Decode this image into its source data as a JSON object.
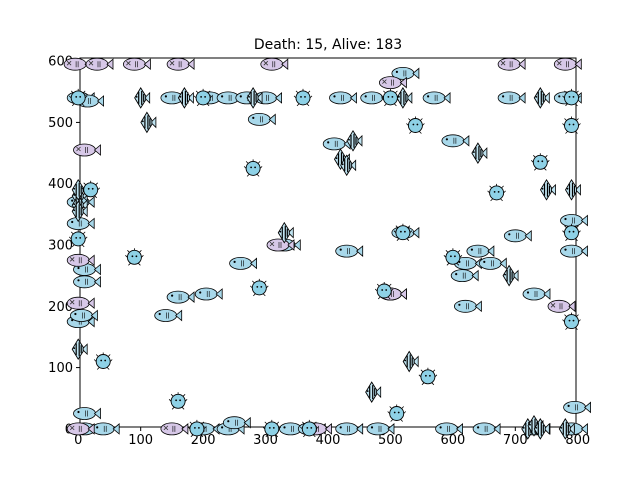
{
  "chart_data": {
    "type": "scatter",
    "title": "Death: 15, Alive: 183",
    "xlabel": "",
    "ylabel": "",
    "xlim": [
      -10,
      810
    ],
    "ylim": [
      -10,
      610
    ],
    "xticks": [
      0,
      100,
      200,
      300,
      400,
      500,
      600,
      700,
      800
    ],
    "yticks": [
      0,
      100,
      200,
      300,
      400,
      500,
      600
    ],
    "grid": false,
    "legend": "none",
    "colors": {
      "fish_body": "#a8d8ea",
      "dead_fish_body": "#d7c8e8",
      "angelfish_body": "#bfe3f0",
      "pufferfish_body": "#8ed1e6",
      "outline": "#000000",
      "axes": "#000000"
    },
    "series": [
      {
        "kind": "fish",
        "points": [
          [
            0,
            540
          ],
          [
            15,
            535
          ],
          [
            150,
            540
          ],
          [
            210,
            540
          ],
          [
            240,
            540
          ],
          [
            270,
            540
          ],
          [
            300,
            540
          ],
          [
            420,
            540
          ],
          [
            570,
            540
          ],
          [
            690,
            540
          ],
          [
            780,
            540
          ],
          [
            290,
            505
          ],
          [
            410,
            465
          ],
          [
            600,
            470
          ],
          [
            620,
            270
          ],
          [
            640,
            290
          ],
          [
            615,
            250
          ],
          [
            660,
            270
          ],
          [
            700,
            315
          ],
          [
            730,
            220
          ],
          [
            620,
            200
          ],
          [
            330,
            300
          ],
          [
            430,
            290
          ],
          [
            260,
            270
          ],
          [
            205,
            220
          ],
          [
            160,
            215
          ],
          [
            140,
            185
          ],
          [
            500,
            220
          ],
          [
            520,
            320
          ],
          [
            10,
            260
          ],
          [
            10,
            240
          ],
          [
            0,
            175
          ],
          [
            5,
            185
          ],
          [
            0,
            335
          ],
          [
            0,
            370
          ],
          [
            10,
            25
          ],
          [
            10,
            0
          ],
          [
            40,
            0
          ],
          [
            200,
            0
          ],
          [
            240,
            0
          ],
          [
            250,
            10
          ],
          [
            340,
            0
          ],
          [
            370,
            0
          ],
          [
            430,
            0
          ],
          [
            480,
            0
          ],
          [
            590,
            0
          ],
          [
            650,
            0
          ],
          [
            730,
            0
          ],
          [
            790,
            0
          ],
          [
            795,
            35
          ],
          [
            790,
            290
          ],
          [
            790,
            340
          ],
          [
            520,
            580
          ],
          [
            470,
            540
          ]
        ]
      },
      {
        "kind": "dead-fish",
        "points": [
          [
            -5,
            595
          ],
          [
            30,
            595
          ],
          [
            90,
            595
          ],
          [
            160,
            595
          ],
          [
            310,
            595
          ],
          [
            690,
            595
          ],
          [
            780,
            595
          ],
          [
            500,
            565
          ],
          [
            10,
            455
          ],
          [
            0,
            275
          ],
          [
            0,
            205
          ],
          [
            770,
            200
          ],
          [
            320,
            300
          ],
          [
            500,
            220
          ],
          [
            0,
            0
          ],
          [
            150,
            0
          ],
          [
            380,
            0
          ]
        ]
      },
      {
        "kind": "angelfish",
        "points": [
          [
            100,
            540
          ],
          [
            170,
            540
          ],
          [
            280,
            540
          ],
          [
            520,
            540
          ],
          [
            740,
            540
          ],
          [
            110,
            500
          ],
          [
            330,
            320
          ],
          [
            750,
            390
          ],
          [
            790,
            390
          ],
          [
            0,
            380
          ],
          [
            0,
            365
          ],
          [
            0,
            355
          ],
          [
            0,
            130
          ],
          [
            470,
            60
          ],
          [
            530,
            110
          ],
          [
            640,
            450
          ],
          [
            440,
            470
          ],
          [
            420,
            440
          ],
          [
            430,
            430
          ],
          [
            690,
            250
          ],
          [
            720,
            0
          ],
          [
            730,
            5
          ],
          [
            740,
            0
          ],
          [
            780,
            0
          ],
          [
            0,
            390
          ]
        ]
      },
      {
        "kind": "pufferfish",
        "points": [
          [
            0,
            540
          ],
          [
            200,
            540
          ],
          [
            360,
            540
          ],
          [
            500,
            540
          ],
          [
            790,
            540
          ],
          [
            790,
            495
          ],
          [
            540,
            495
          ],
          [
            740,
            435
          ],
          [
            670,
            385
          ],
          [
            280,
            425
          ],
          [
            20,
            390
          ],
          [
            0,
            310
          ],
          [
            90,
            280
          ],
          [
            290,
            230
          ],
          [
            490,
            225
          ],
          [
            40,
            110
          ],
          [
            560,
            85
          ],
          [
            510,
            25
          ],
          [
            160,
            45
          ],
          [
            370,
            0
          ],
          [
            190,
            0
          ],
          [
            310,
            0
          ],
          [
            520,
            320
          ],
          [
            790,
            175
          ],
          [
            600,
            280
          ],
          [
            790,
            320
          ]
        ]
      }
    ]
  }
}
